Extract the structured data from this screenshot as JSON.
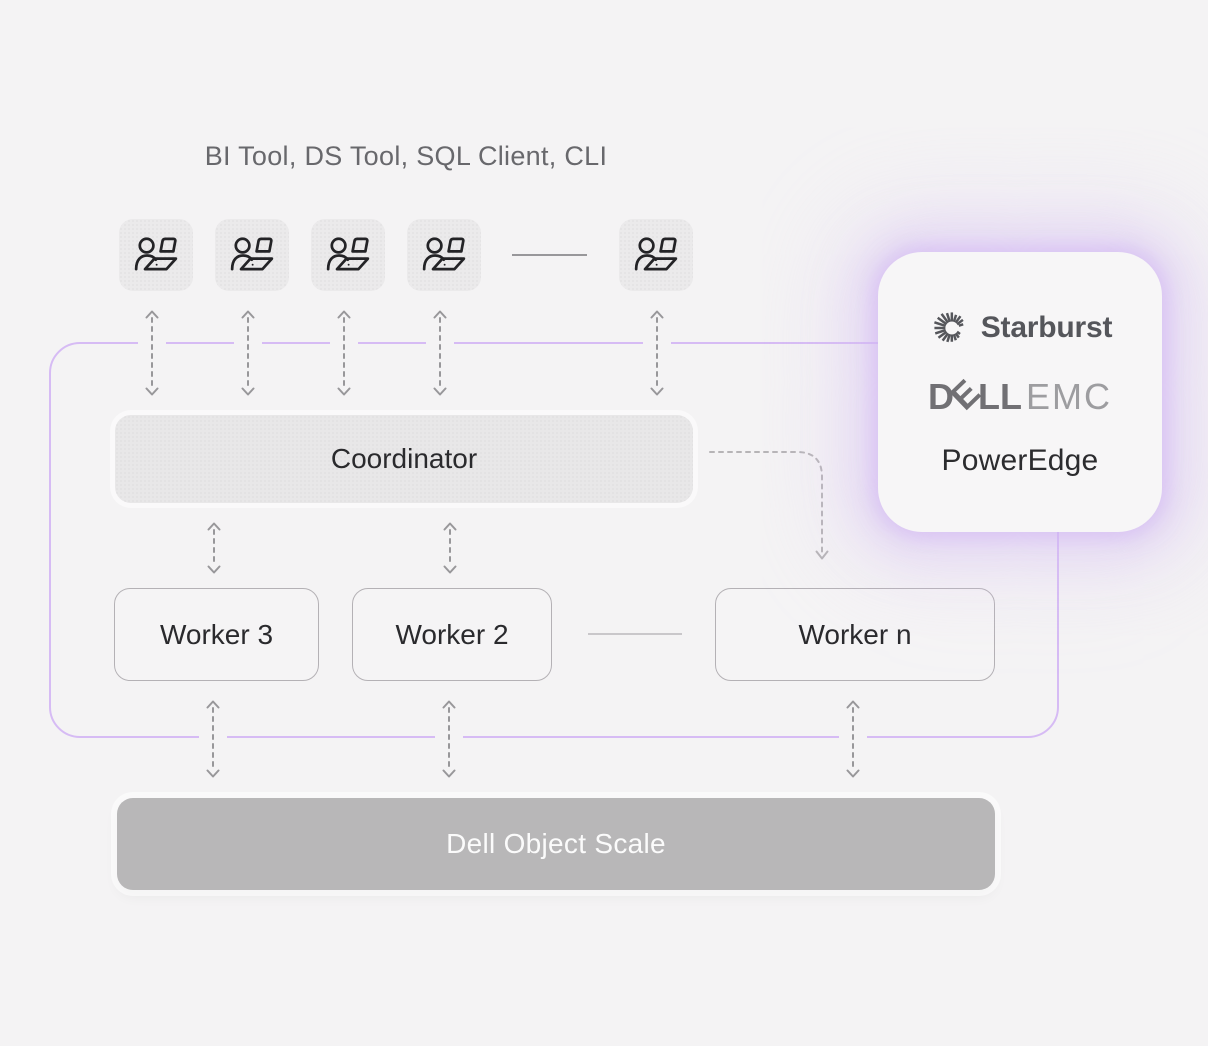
{
  "title": "BI Tool, DS Tool, SQL Client, CLI",
  "coordinator": {
    "label": "Coordinator"
  },
  "workers": [
    {
      "label": "Worker 3"
    },
    {
      "label": "Worker 2"
    },
    {
      "label": "Worker n"
    }
  ],
  "storage": {
    "label": "Dell Object Scale"
  },
  "branding": {
    "starburst": "Starburst",
    "dell_d": "D",
    "dell_e": "E",
    "dell_ll": "LL",
    "emc": "EMC",
    "poweredge": "PowerEdge"
  },
  "icons": {
    "client": "user-laptop-icon",
    "starburst": "starburst-burst-icon"
  },
  "colors": {
    "background": "#f4f3f4",
    "accent_purple": "#d6bbf4",
    "arrow_gray": "#98979a",
    "connector_gray": "#b6b4b6",
    "coordinator_fill": "#e8e7e8",
    "worker_border": "#b4b1b5",
    "storage_fill": "#b8b7b8",
    "storage_text": "#fbfbfb",
    "card_fill": "#f7f6f7",
    "starburst_text": "#55565b",
    "dell_text": "#717074",
    "emc_text": "#9d9da0",
    "poweredge_text": "#2c2c2f"
  }
}
